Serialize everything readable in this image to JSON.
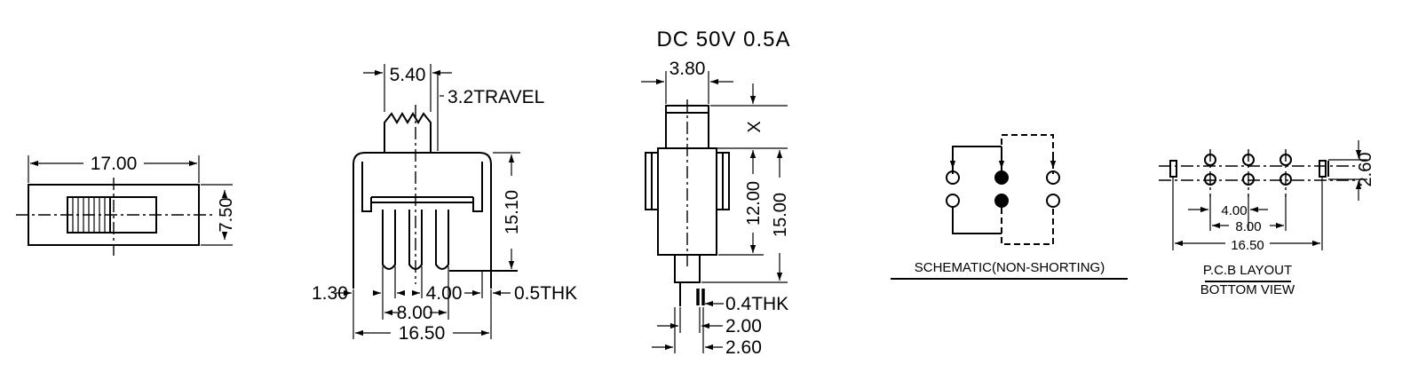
{
  "title": "DC  50V  0.5A",
  "top_view": {
    "length": "17.00",
    "width": "7.50"
  },
  "front_view": {
    "actuator_width": "5.40",
    "travel": "3.2TRAVEL",
    "height": "15.10",
    "pin_offset": "1.30",
    "pin_pitch": "4.00",
    "pin_span": "8.00",
    "body_length": "16.50",
    "lug_thickness": "0.5THK"
  },
  "side_view": {
    "actuator_width": "3.80",
    "actuator_height": "X",
    "body_height": "12.00",
    "overall_height": "15.00",
    "pin_thickness": "0.4THK",
    "pin_width": "2.00",
    "pin_lug_width": "2.60"
  },
  "schematic": {
    "label": "SCHEMATIC(NON-SHORTING)"
  },
  "pcb_layout": {
    "row_spacing": "2.60",
    "pitch": "4.00",
    "span": "8.00",
    "overall": "16.50",
    "label_line1": "P.C.B LAYOUT",
    "label_line2": "BOTTOM VIEW"
  }
}
